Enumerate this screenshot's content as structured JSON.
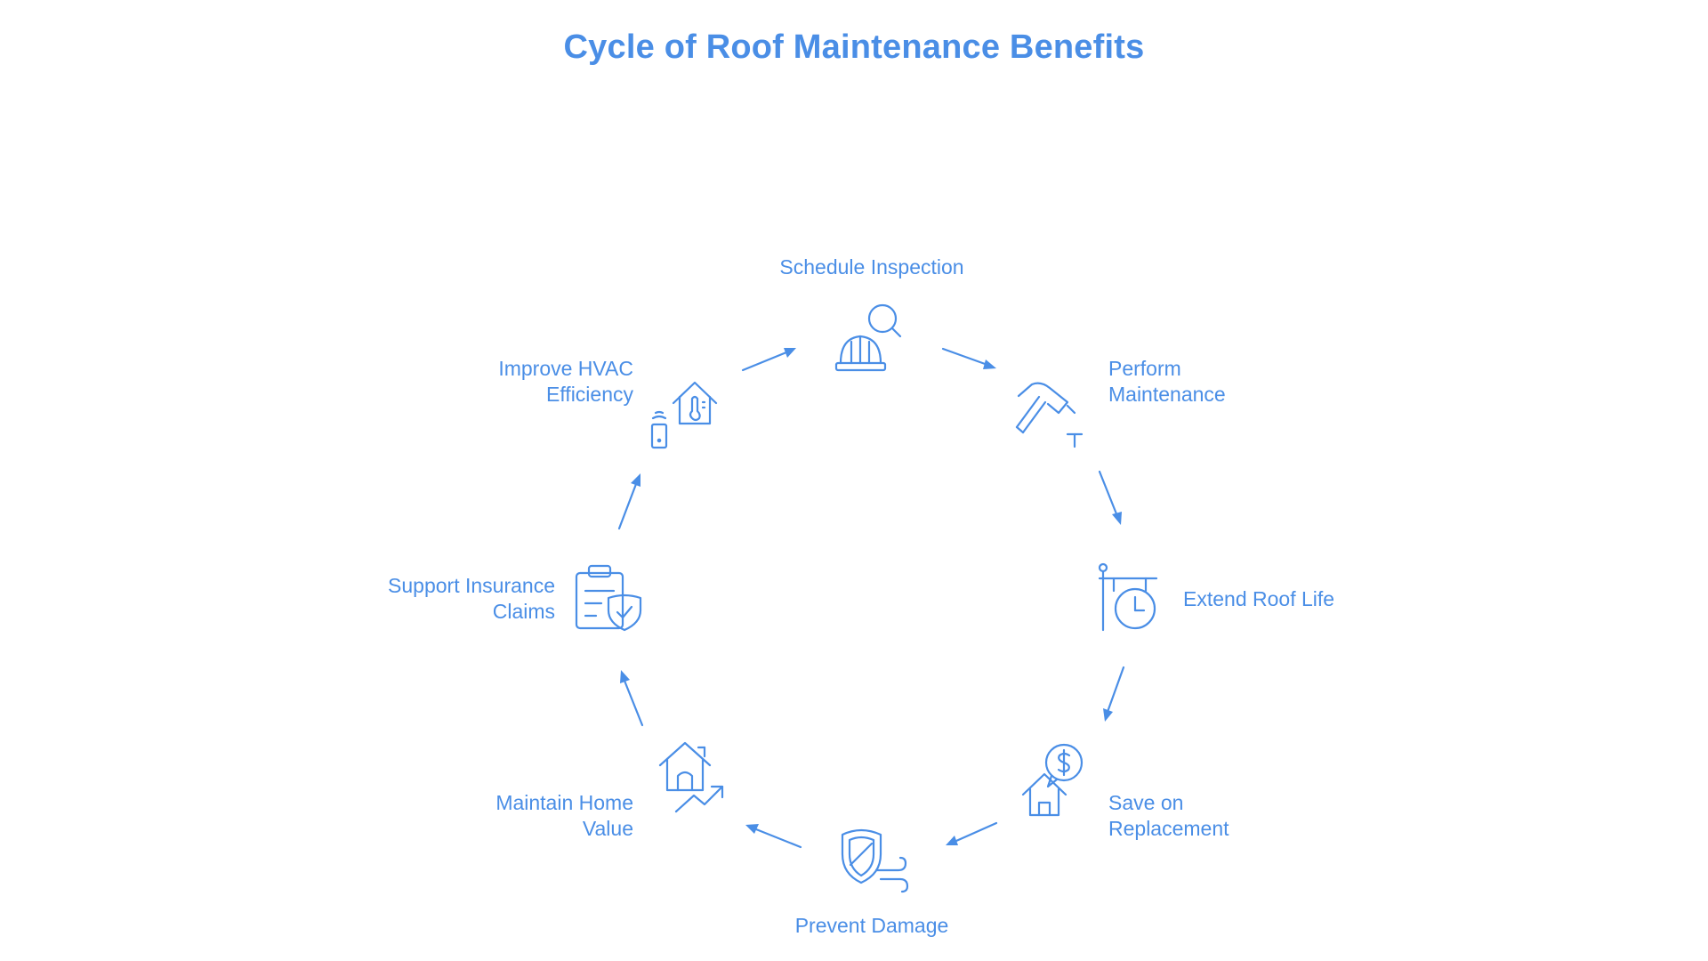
{
  "title": "Cycle of Roof Maintenance Benefits",
  "accent_color": "#4a8ee6",
  "steps": [
    {
      "lines": [
        "Schedule Inspection"
      ],
      "icon": "hard-hat-magnifier-icon"
    },
    {
      "lines": [
        "Perform",
        "Maintenance"
      ],
      "icon": "hammer-nail-icon"
    },
    {
      "lines": [
        "Extend Roof Life"
      ],
      "icon": "roof-clock-icon"
    },
    {
      "lines": [
        "Save on",
        "Replacement"
      ],
      "icon": "house-dollar-icon"
    },
    {
      "lines": [
        "Prevent Damage"
      ],
      "icon": "shield-wind-icon"
    },
    {
      "lines": [
        "Maintain Home",
        "Value"
      ],
      "icon": "house-trend-up-icon"
    },
    {
      "lines": [
        "Support Insurance",
        "Claims"
      ],
      "icon": "clipboard-shield-icon"
    },
    {
      "lines": [
        "Improve HVAC",
        "Efficiency"
      ],
      "icon": "house-thermometer-icon"
    }
  ]
}
